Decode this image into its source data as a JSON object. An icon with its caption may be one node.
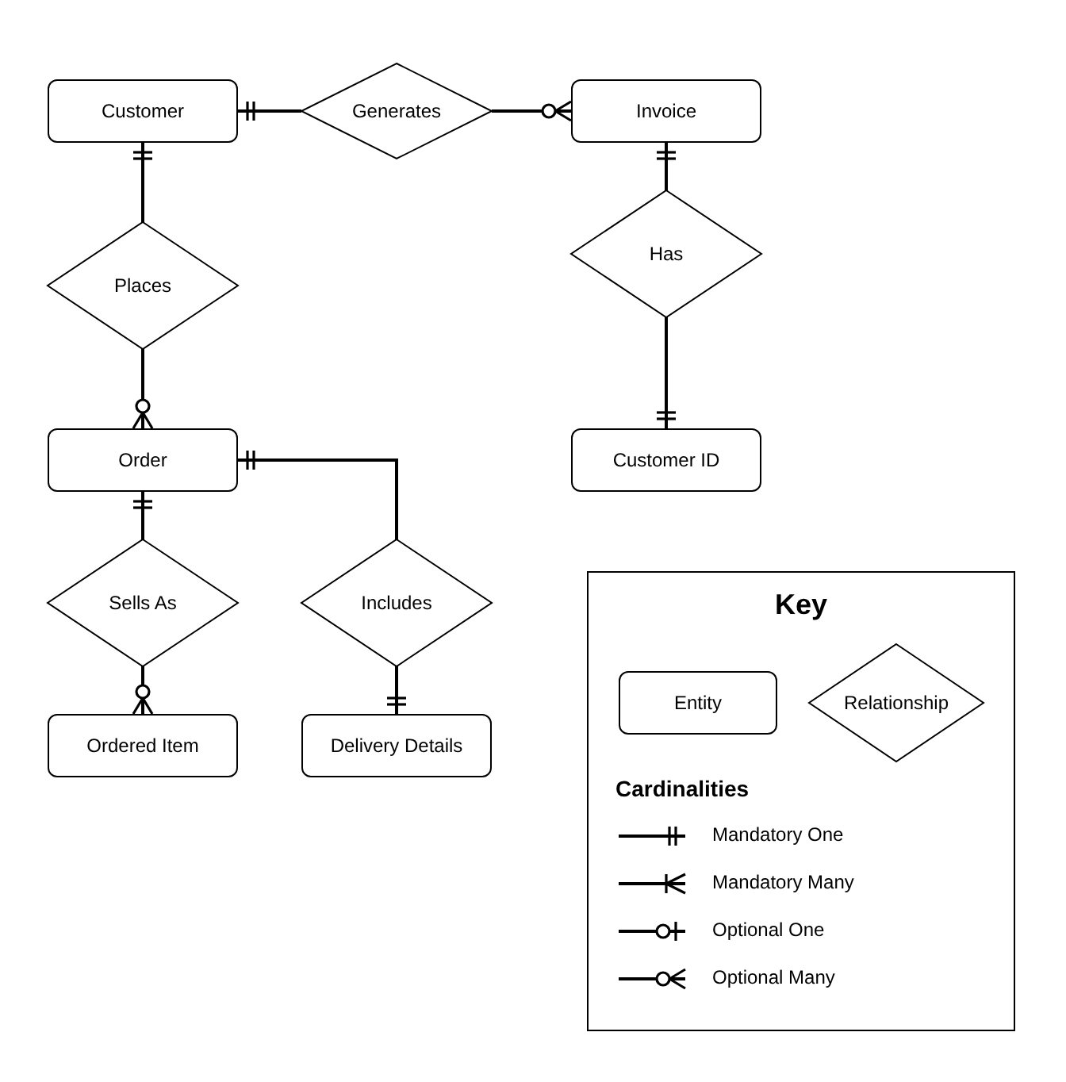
{
  "diagram": {
    "nodes": [
      {
        "text": [
          "Customer"
        ]
      },
      {
        "text": [
          "Generates"
        ]
      },
      {
        "text": [
          "Invoice"
        ]
      },
      {
        "text": [
          "Places"
        ]
      },
      {
        "text": [
          "Has"
        ]
      },
      {
        "text": [
          "Order"
        ]
      },
      {
        "text": [
          "Customer ID"
        ]
      },
      {
        "text": [
          "Sells As"
        ]
      },
      {
        "text": [
          "Includes"
        ]
      },
      {
        "text": [
          "Ordered Item"
        ]
      },
      {
        "text": [
          "Delivery Details"
        ]
      }
    ],
    "edges": [
      {
        "from": 1,
        "to": 0,
        "arrow": "other"
      },
      {
        "from": 1,
        "to": 2,
        "arrow": "other"
      },
      {
        "from": 3,
        "to": 0,
        "arrow": "other"
      },
      {
        "from": 3,
        "to": 5,
        "arrow": "other"
      },
      {
        "from": 4,
        "to": 2,
        "arrow": "other"
      },
      {
        "from": 4,
        "to": 6,
        "arrow": "other"
      },
      {
        "from": 7,
        "to": 5,
        "arrow": "other"
      },
      {
        "from": 7,
        "to": 9,
        "arrow": "other"
      },
      {
        "from": 8,
        "to": 5,
        "arrow": "other"
      },
      {
        "from": 8,
        "to": 10,
        "arrow": "other"
      }
    ],
    "labels": [
      "Key",
      "Cardinalities"
    ],
    "legend": [
      {
        "text": "Entity"
      },
      {
        "text": "Relationship"
      },
      {
        "text": "Mandatory One"
      },
      {
        "text": "Mandatory Many"
      },
      {
        "text": "Optional One"
      },
      {
        "text": "Optional Many"
      }
    ]
  }
}
